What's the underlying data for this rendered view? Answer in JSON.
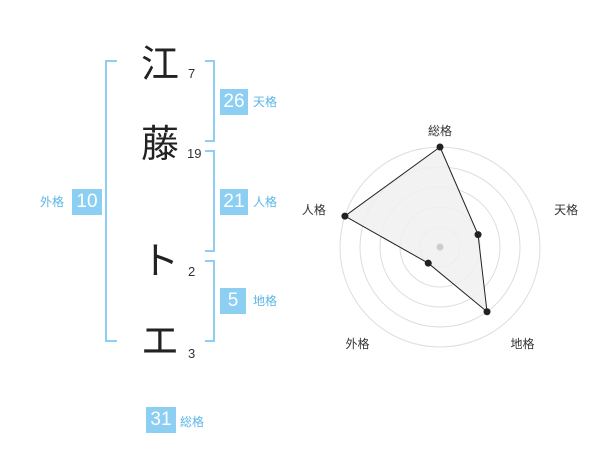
{
  "name": {
    "chars": [
      {
        "char": "江",
        "strokes": "7"
      },
      {
        "char": "藤",
        "strokes": "19"
      },
      {
        "char": "ト",
        "strokes": "2"
      },
      {
        "char": "エ",
        "strokes": "3"
      }
    ]
  },
  "fortunes": {
    "tenkaku": {
      "value": "26",
      "label": "天格"
    },
    "jinkaku": {
      "value": "21",
      "label": "人格"
    },
    "chikaku": {
      "value": "5",
      "label": "地格"
    },
    "gaikaku": {
      "value": "10",
      "label": "外格"
    },
    "soukaku": {
      "value": "31",
      "label": "総格"
    }
  },
  "chart_data": {
    "type": "radar",
    "axes": [
      "総格",
      "天格",
      "地格",
      "外格",
      "人格"
    ],
    "values": [
      5,
      2,
      4,
      1,
      5
    ],
    "rmax": 5,
    "colors": {
      "fill": "#f0f0f0",
      "line": "#222222",
      "grid": "#dddddd",
      "center": "#cccccc"
    }
  }
}
